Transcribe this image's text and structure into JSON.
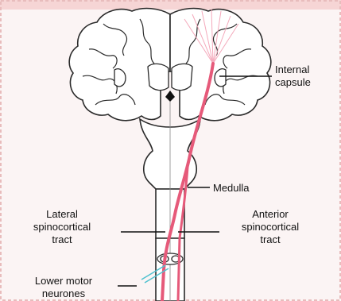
{
  "colors": {
    "background": "#fbf4f4",
    "top_band": "#f6d5d5",
    "outline": "#2a2a2a",
    "tract": "#e65a7a",
    "tract_light": "#f4a9bb",
    "cyan_mark": "#4fc1cf"
  },
  "labels": {
    "internal_capsule_line1": "Internal",
    "internal_capsule_line2": "capsule",
    "medulla": "Medulla",
    "lateral_line1": "Lateral",
    "lateral_line2": "spinocortical",
    "lateral_line3": "tract",
    "anterior_line1": "Anterior",
    "anterior_line2": "spinocortical",
    "anterior_line3": "tract",
    "lower_motor_line1": "Lower motor",
    "lower_motor_line2": "neurones"
  }
}
